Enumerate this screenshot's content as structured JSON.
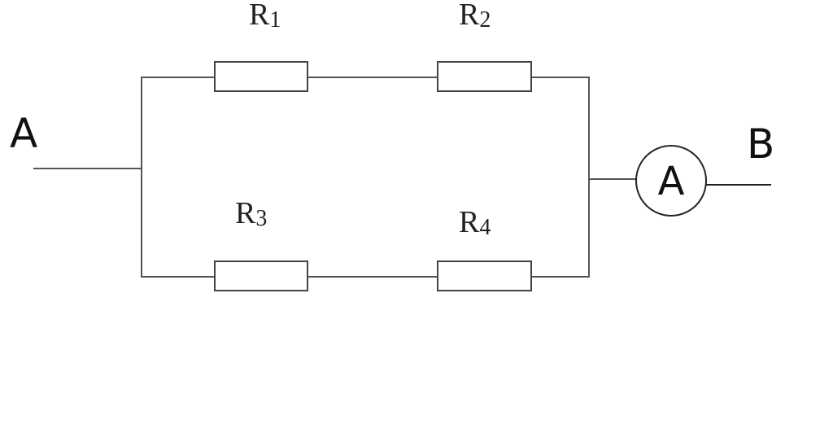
{
  "terminals": {
    "left": "A",
    "right": "B"
  },
  "resistors": [
    {
      "letter": "R",
      "index": "1"
    },
    {
      "letter": "R",
      "index": "2"
    },
    {
      "letter": "R",
      "index": "3"
    },
    {
      "letter": "R",
      "index": "4"
    }
  ],
  "meter": {
    "symbol": "A"
  },
  "colors": {
    "wire": "#555555",
    "background": "#ffffff"
  }
}
